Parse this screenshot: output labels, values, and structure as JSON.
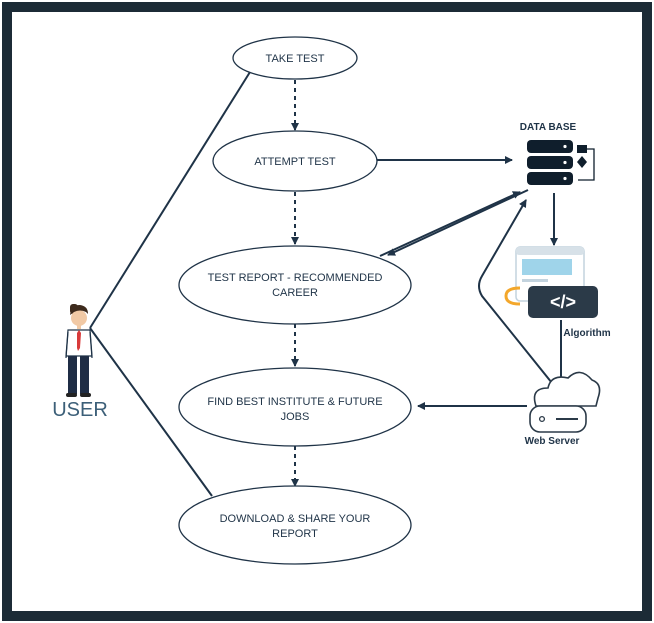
{
  "colors": {
    "frame": "#1c2b36",
    "ink": "#1f3347",
    "db_dark": "#0f1e2c",
    "browser_blue": "#9fd4ea",
    "code_dark": "#2b3a48",
    "accent_orange": "#f3a72b",
    "tie_red": "#d83a3a",
    "user_label": "#3c5f78"
  },
  "actor": {
    "label": "USER",
    "icon": "user-person-icon"
  },
  "use_cases": [
    {
      "line1": "TAKE TEST",
      "line2": ""
    },
    {
      "line1": "ATTEMPT TEST",
      "line2": ""
    },
    {
      "line1": "TEST REPORT - RECOMMENDED",
      "line2": "CAREER"
    },
    {
      "line1": "FIND BEST INSTITUTE & FUTURE",
      "line2": "JOBS"
    },
    {
      "line1": "DOWNLOAD & SHARE YOUR",
      "line2": "REPORT"
    }
  ],
  "components": {
    "database": {
      "label": "DATA BASE",
      "icon": "database-icon"
    },
    "algorithm": {
      "label": "Algorithm",
      "icon": "code-algorithm-icon"
    },
    "web_server": {
      "label": "Web Server",
      "icon": "cloud-server-icon"
    }
  }
}
